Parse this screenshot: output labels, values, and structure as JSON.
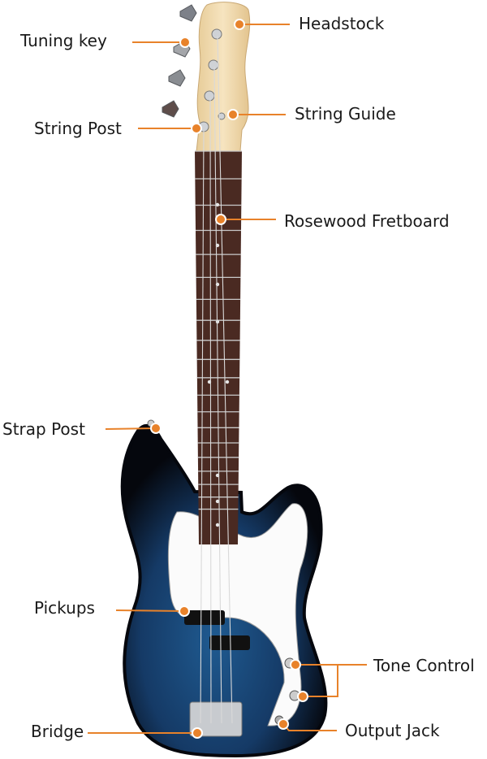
{
  "labels": {
    "headstock": "Headstock",
    "tuning_key": "Tuning key",
    "string_guide": "String Guide",
    "string_post": "String Post",
    "fretboard": "Rosewood Fretboard",
    "strap_post": "Strap Post",
    "pickups": "Pickups",
    "tone_control": "Tone Control",
    "bridge": "Bridge",
    "output_jack": "Output Jack"
  },
  "colors": {
    "callout": "#e8822a",
    "body_edge": "#0a0f1c",
    "body_blue": "#1c4a7a",
    "fretboard": "#4a2a22",
    "headstock": "#efd9ad",
    "pickguard": "#ffffff"
  }
}
